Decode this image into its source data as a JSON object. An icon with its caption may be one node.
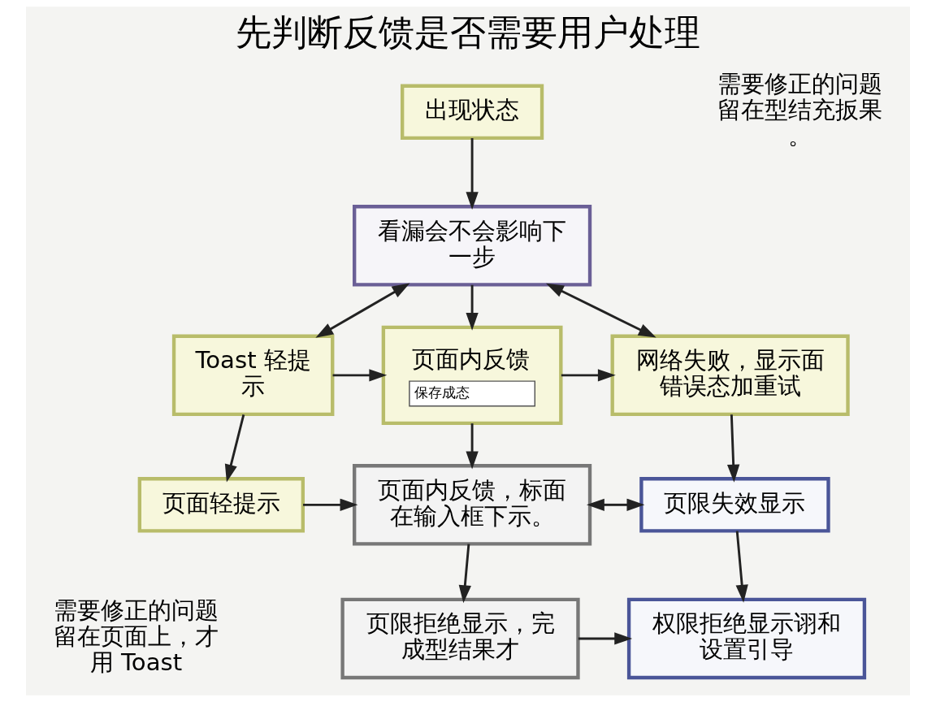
{
  "diagram": {
    "title": "先判断反馈是否需要用户处理",
    "nodes": [
      {
        "text": [
          "出现状态"
        ]
      },
      {
        "text": [
          "看漏会不会影响下一步"
        ]
      },
      {
        "text": [
          "Toast 轻提示"
        ]
      },
      {
        "text": [
          "页面内反馈",
          "保存成态"
        ]
      },
      {
        "text": [
          "网络失败，显示面错误态加重试"
        ]
      },
      {
        "text": [
          "页面轻提示"
        ]
      },
      {
        "text": [
          "页面内反馈，标面在输入框下示。"
        ]
      },
      {
        "text": [
          "页限失效显示"
        ]
      },
      {
        "text": [
          "页限拒绝显示，完成型结果才"
        ]
      },
      {
        "text": [
          "权限拒绝显示诩和设置引导"
        ]
      }
    ],
    "edges": [
      {
        "from": 0,
        "to": 1,
        "arrow": "to"
      },
      {
        "from": 1,
        "to": 2,
        "arrow": "both"
      },
      {
        "from": 1,
        "to": 3,
        "arrow": "to"
      },
      {
        "from": 1,
        "to": 4,
        "arrow": "both"
      },
      {
        "from": 2,
        "to": 3,
        "arrow": "to"
      },
      {
        "from": 3,
        "to": 4,
        "arrow": "to"
      },
      {
        "from": 2,
        "to": 5,
        "arrow": "to"
      },
      {
        "from": 3,
        "to": 6,
        "arrow": "to"
      },
      {
        "from": 4,
        "to": 7,
        "arrow": "to"
      },
      {
        "from": 5,
        "to": 6,
        "arrow": "to"
      },
      {
        "from": 6,
        "to": 7,
        "arrow": "both"
      },
      {
        "from": 6,
        "to": 8,
        "arrow": "to"
      },
      {
        "from": 7,
        "to": 9,
        "arrow": "to"
      },
      {
        "from": 8,
        "to": 9,
        "arrow": "to"
      }
    ],
    "labels": [
      "需要修正的问题留在型结充扳果。",
      "需要修正的问题留在页面上，才用 Toast"
    ]
  }
}
